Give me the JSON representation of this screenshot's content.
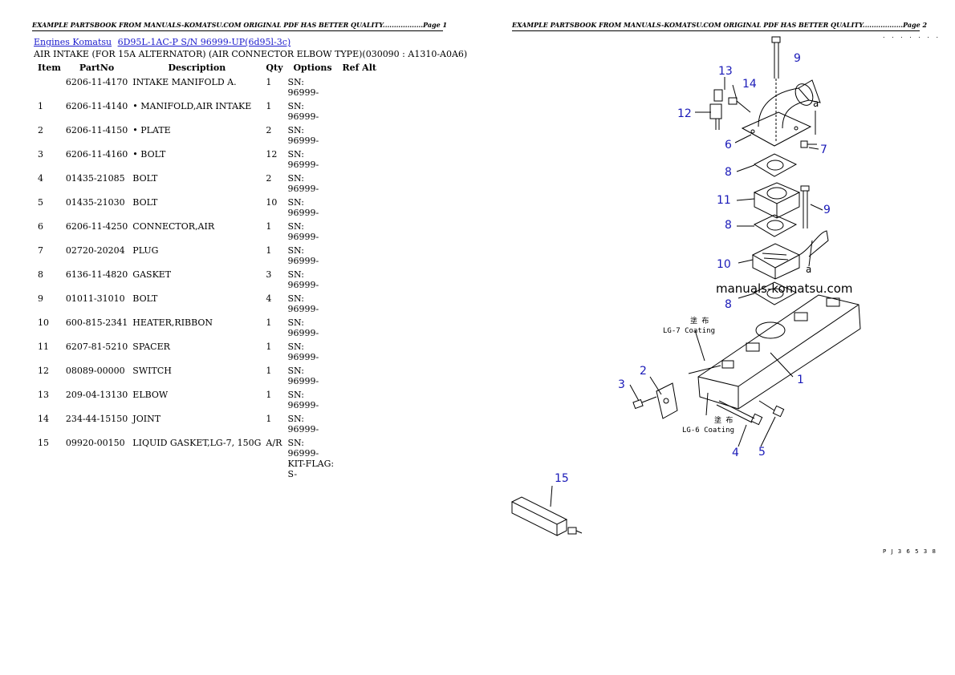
{
  "headers": {
    "page1": "EXAMPLE PARTSBOOK FROM MANUALS-KOMATSU.COM ORIGINAL PDF HAS BETTER QUALITY..................Page 1",
    "page2": "EXAMPLE PARTSBOOK FROM MANUALS-KOMATSU.COM ORIGINAL PDF HAS BETTER QUALITY..................Page 2",
    "dots": ". . . . . . ."
  },
  "breadcrumb": {
    "link1": "Engines Komatsu",
    "link2": "6D95L-1AC-P S/N 96999-UP(6d95l-3c)"
  },
  "subtitle": "AIR INTAKE (FOR 15A ALTERNATOR) (AIR CONNECTOR ELBOW TYPE)(030090 : A1310-A0A6)",
  "table": {
    "headers": [
      "Item",
      "PartNo",
      "Description",
      "Qty",
      "Options",
      "Ref Alt"
    ],
    "rows": [
      [
        "",
        "6206-11-4170",
        "INTAKE MANIFOLD A.",
        "1",
        "SN: 96999-",
        ""
      ],
      [
        "1",
        "6206-11-4140",
        "• MANIFOLD,AIR INTAKE",
        "1",
        "SN: 96999-",
        ""
      ],
      [
        "2",
        "6206-11-4150",
        "• PLATE",
        "2",
        "SN: 96999-",
        ""
      ],
      [
        "3",
        "6206-11-4160",
        "• BOLT",
        "12",
        "SN: 96999-",
        ""
      ],
      [
        "4",
        "01435-21085",
        "BOLT",
        "2",
        "SN: 96999-",
        ""
      ],
      [
        "5",
        "01435-21030",
        "BOLT",
        "10",
        "SN: 96999-",
        ""
      ],
      [
        "6",
        "6206-11-4250",
        "CONNECTOR,AIR",
        "1",
        "SN: 96999-",
        ""
      ],
      [
        "7",
        "02720-20204",
        "PLUG",
        "1",
        "SN: 96999-",
        ""
      ],
      [
        "8",
        "6136-11-4820",
        "GASKET",
        "3",
        "SN: 96999-",
        ""
      ],
      [
        "9",
        "01011-31010",
        "BOLT",
        "4",
        "SN: 96999-",
        ""
      ],
      [
        "10",
        "600-815-2341",
        "HEATER,RIBBON",
        "1",
        "SN: 96999-",
        ""
      ],
      [
        "11",
        "6207-81-5210",
        "SPACER",
        "1",
        "SN: 96999-",
        ""
      ],
      [
        "12",
        "08089-00000",
        "SWITCH",
        "1",
        "SN: 96999-",
        ""
      ],
      [
        "13",
        "209-04-13130",
        "ELBOW",
        "1",
        "SN: 96999-",
        ""
      ],
      [
        "14",
        "234-44-15150",
        "JOINT",
        "1",
        "SN: 96999-",
        ""
      ],
      [
        "15",
        "09920-00150",
        "LIQUID GASKET,LG-7, 150G",
        "A/R",
        "SN: 96999-\nKIT-FLAG: S-",
        ""
      ]
    ]
  },
  "diagram": {
    "callouts": [
      "1",
      "2",
      "3",
      "4",
      "5",
      "6",
      "7",
      "8",
      "8",
      "8",
      "9",
      "9",
      "10",
      "11",
      "12",
      "13",
      "14",
      "15"
    ],
    "letter_a": "a",
    "note_lg7_jp": "塗 布",
    "note_lg7": "LG-7 Coating",
    "note_lg6_jp": "塗 布",
    "note_lg6": "LG-6 Coating",
    "watermark": "manuals-komatsu.com",
    "plate_code": "P J 3 6 5 3 8"
  }
}
